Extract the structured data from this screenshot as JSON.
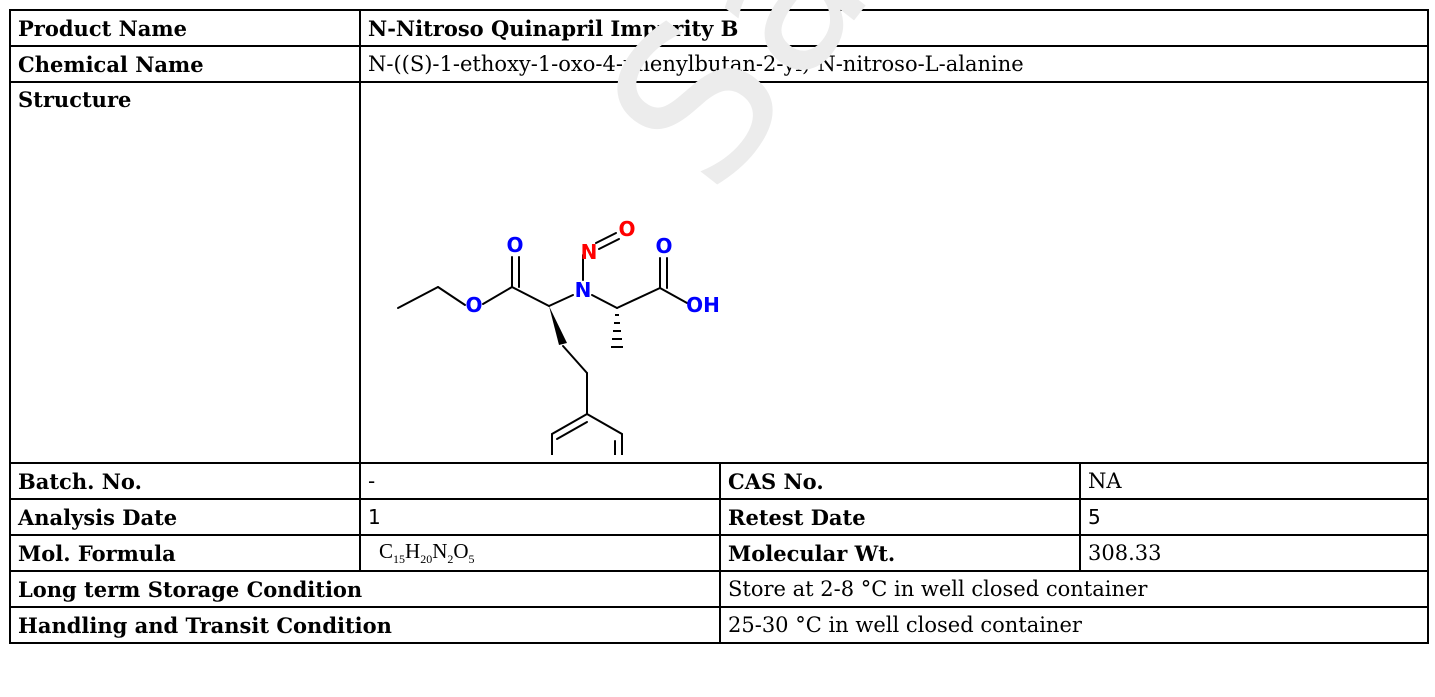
{
  "header": {
    "product_label": "Product Name",
    "product_value": "N-Nitroso Quinapril Impurity B",
    "chemical_label": "Chemical Name",
    "chemical_value": "N-((S)-1-ethoxy-1-oxo-4-phenylbutan-2-yl)-N-nitroso-L-alanine",
    "structure_label": "Structure"
  },
  "structure": {
    "atoms": {
      "o": "O",
      "n": "N",
      "oh": "OH"
    },
    "colors": {
      "bond": "#000000",
      "oxygen": "#ff0000",
      "nitrogen": "#0000ff",
      "nitroso": "#ff0000"
    }
  },
  "rows": {
    "batch_label": "Batch. No.",
    "batch_value": "-",
    "cas_label": "CAS No.",
    "cas_value": "NA",
    "analysis_label": "Analysis Date",
    "analysis_value": "1",
    "retest_label": "Retest Date",
    "retest_value": "5",
    "formula_label": "Mol. Formula",
    "formula": {
      "c": "C",
      "c_n": "15",
      "h": "H",
      "h_n": "20",
      "n": "N",
      "n_n": "2",
      "o": "O",
      "o_n": "5"
    },
    "mw_label": "Molecular Wt.",
    "mw_value": "308.33",
    "storage_label": "Long term Storage Condition",
    "storage_value": "Store at 2-8 °C in well closed container",
    "handling_label": "Handling and Transit Condition",
    "handling_value": "25-30 °C in well closed container"
  },
  "watermark": {
    "text": "Sample COA"
  }
}
